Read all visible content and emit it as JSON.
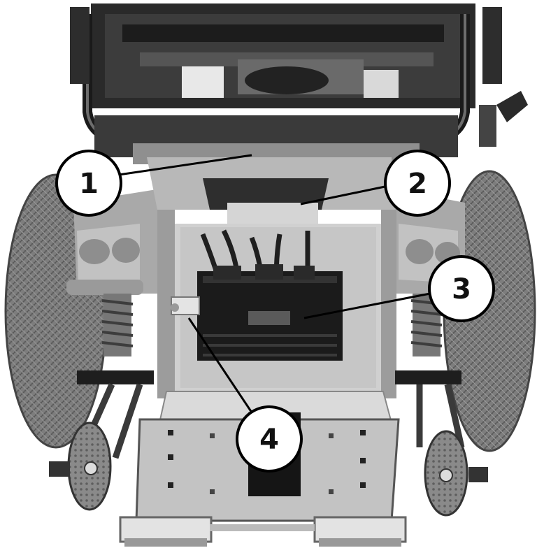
{
  "callouts": [
    {
      "label": "1"
    },
    {
      "label": "2"
    },
    {
      "label": "3"
    },
    {
      "label": "4"
    }
  ]
}
